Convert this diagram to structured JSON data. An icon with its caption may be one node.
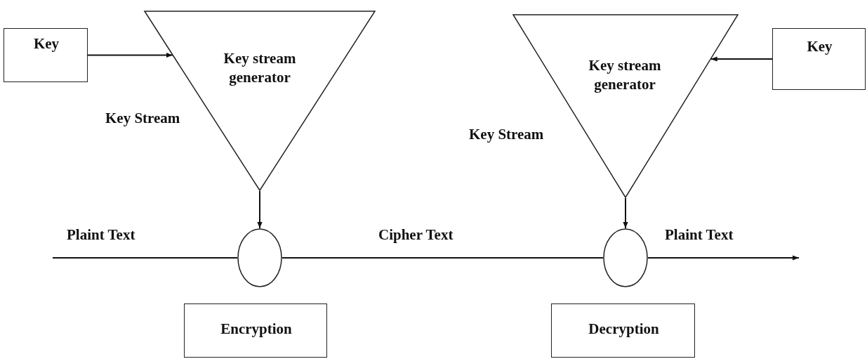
{
  "diagram": {
    "nodes": [
      {
        "text": [
          "Key"
        ]
      },
      {
        "text": [
          "Key stream generator"
        ],
        "beside": [
          "Key Stream"
        ]
      },
      {
        "text": [
          "Key"
        ]
      },
      {
        "text": [
          "Key stream generator"
        ],
        "beside": [
          "Key Stream"
        ]
      },
      {
        "text": [],
        "shape": "circle"
      },
      {
        "text": [],
        "shape": "circle"
      },
      {
        "text": [
          "Encryption"
        ]
      },
      {
        "text": [
          "Decryption"
        ]
      }
    ],
    "edges": [
      {
        "from": 0,
        "to": 1,
        "arrow": "to"
      },
      {
        "from": 2,
        "to": 3,
        "arrow": "to"
      },
      {
        "from": 1,
        "to": 4,
        "arrow": "to"
      },
      {
        "from": 3,
        "to": 5,
        "arrow": "to"
      },
      {
        "from": null,
        "to": 4,
        "arrow": "none",
        "label": "Plaint Text"
      },
      {
        "from": 4,
        "to": 5,
        "arrow": "none",
        "label": "Cipher Text"
      },
      {
        "from": 5,
        "to": null,
        "arrow": "to",
        "label": "Plaint Text"
      }
    ]
  }
}
